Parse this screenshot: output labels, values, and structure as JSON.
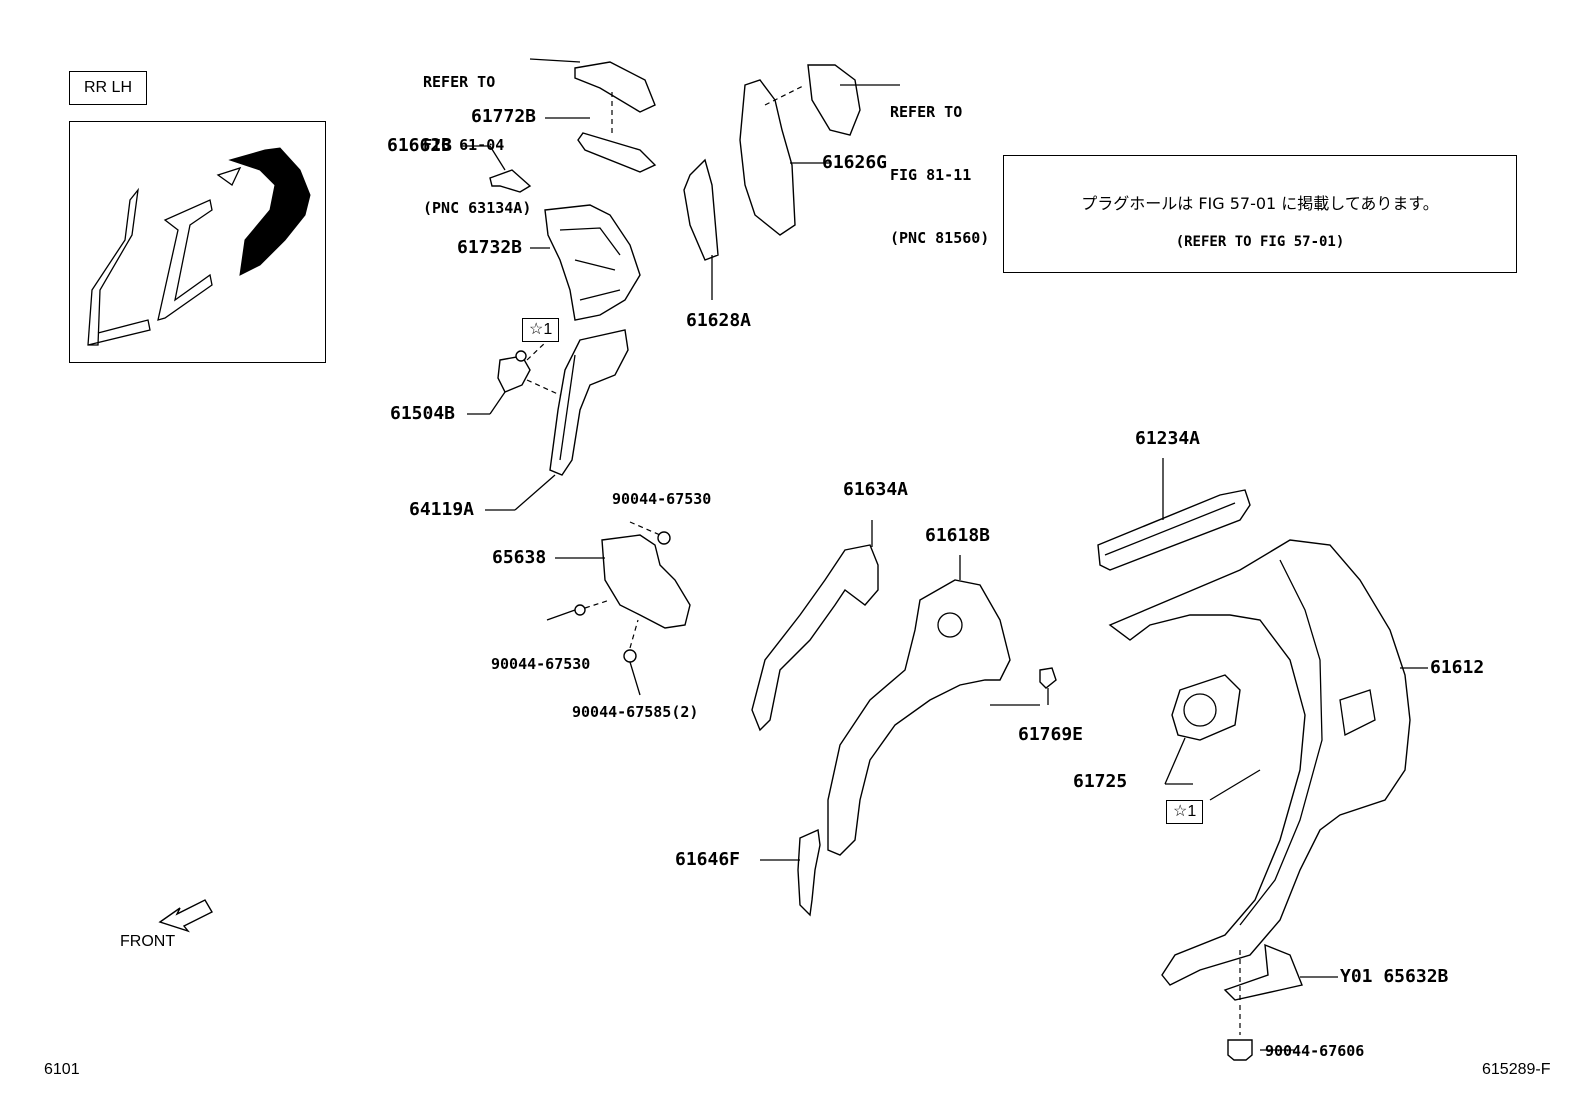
{
  "header": {
    "view_label": "RR LH"
  },
  "note": {
    "japanese": "プラグホールは FIG 57-01 に掲載してあります。",
    "english": "(REFER TO FIG 57-01)"
  },
  "references": {
    "fig_61_04": [
      "REFER TO",
      "FIG 61-04",
      "(PNC 63134A)"
    ],
    "fig_81_11": [
      "REFER TO",
      "FIG 81-11",
      "(PNC 81560)"
    ]
  },
  "parts": {
    "p61772B": "61772B",
    "p61662B": "61662B",
    "p61732B": "61732B",
    "p61504B": "61504B",
    "p64119A": "64119A",
    "p61628A": "61628A",
    "p61626G": "61626G",
    "p90044_67530_top": "90044-67530",
    "p65638": "65638",
    "p90044_67530_bottom": "90044-67530",
    "p90044_67585": "90044-67585(2)",
    "p61634A": "61634A",
    "p61618B": "61618B",
    "p61646F": "61646F",
    "p61769E": "61769E",
    "p61234A": "61234A",
    "p61612": "61612",
    "p61725": "61725",
    "pY01_65632B": "Y01 65632B",
    "p90044_67606": "90044-67606"
  },
  "markers": {
    "star1_upper": "☆1",
    "star1_lower": "☆1"
  },
  "direction": {
    "front_label": "FRONT"
  },
  "footer": {
    "page_code": "6101",
    "drawing_number": "615289-F"
  }
}
